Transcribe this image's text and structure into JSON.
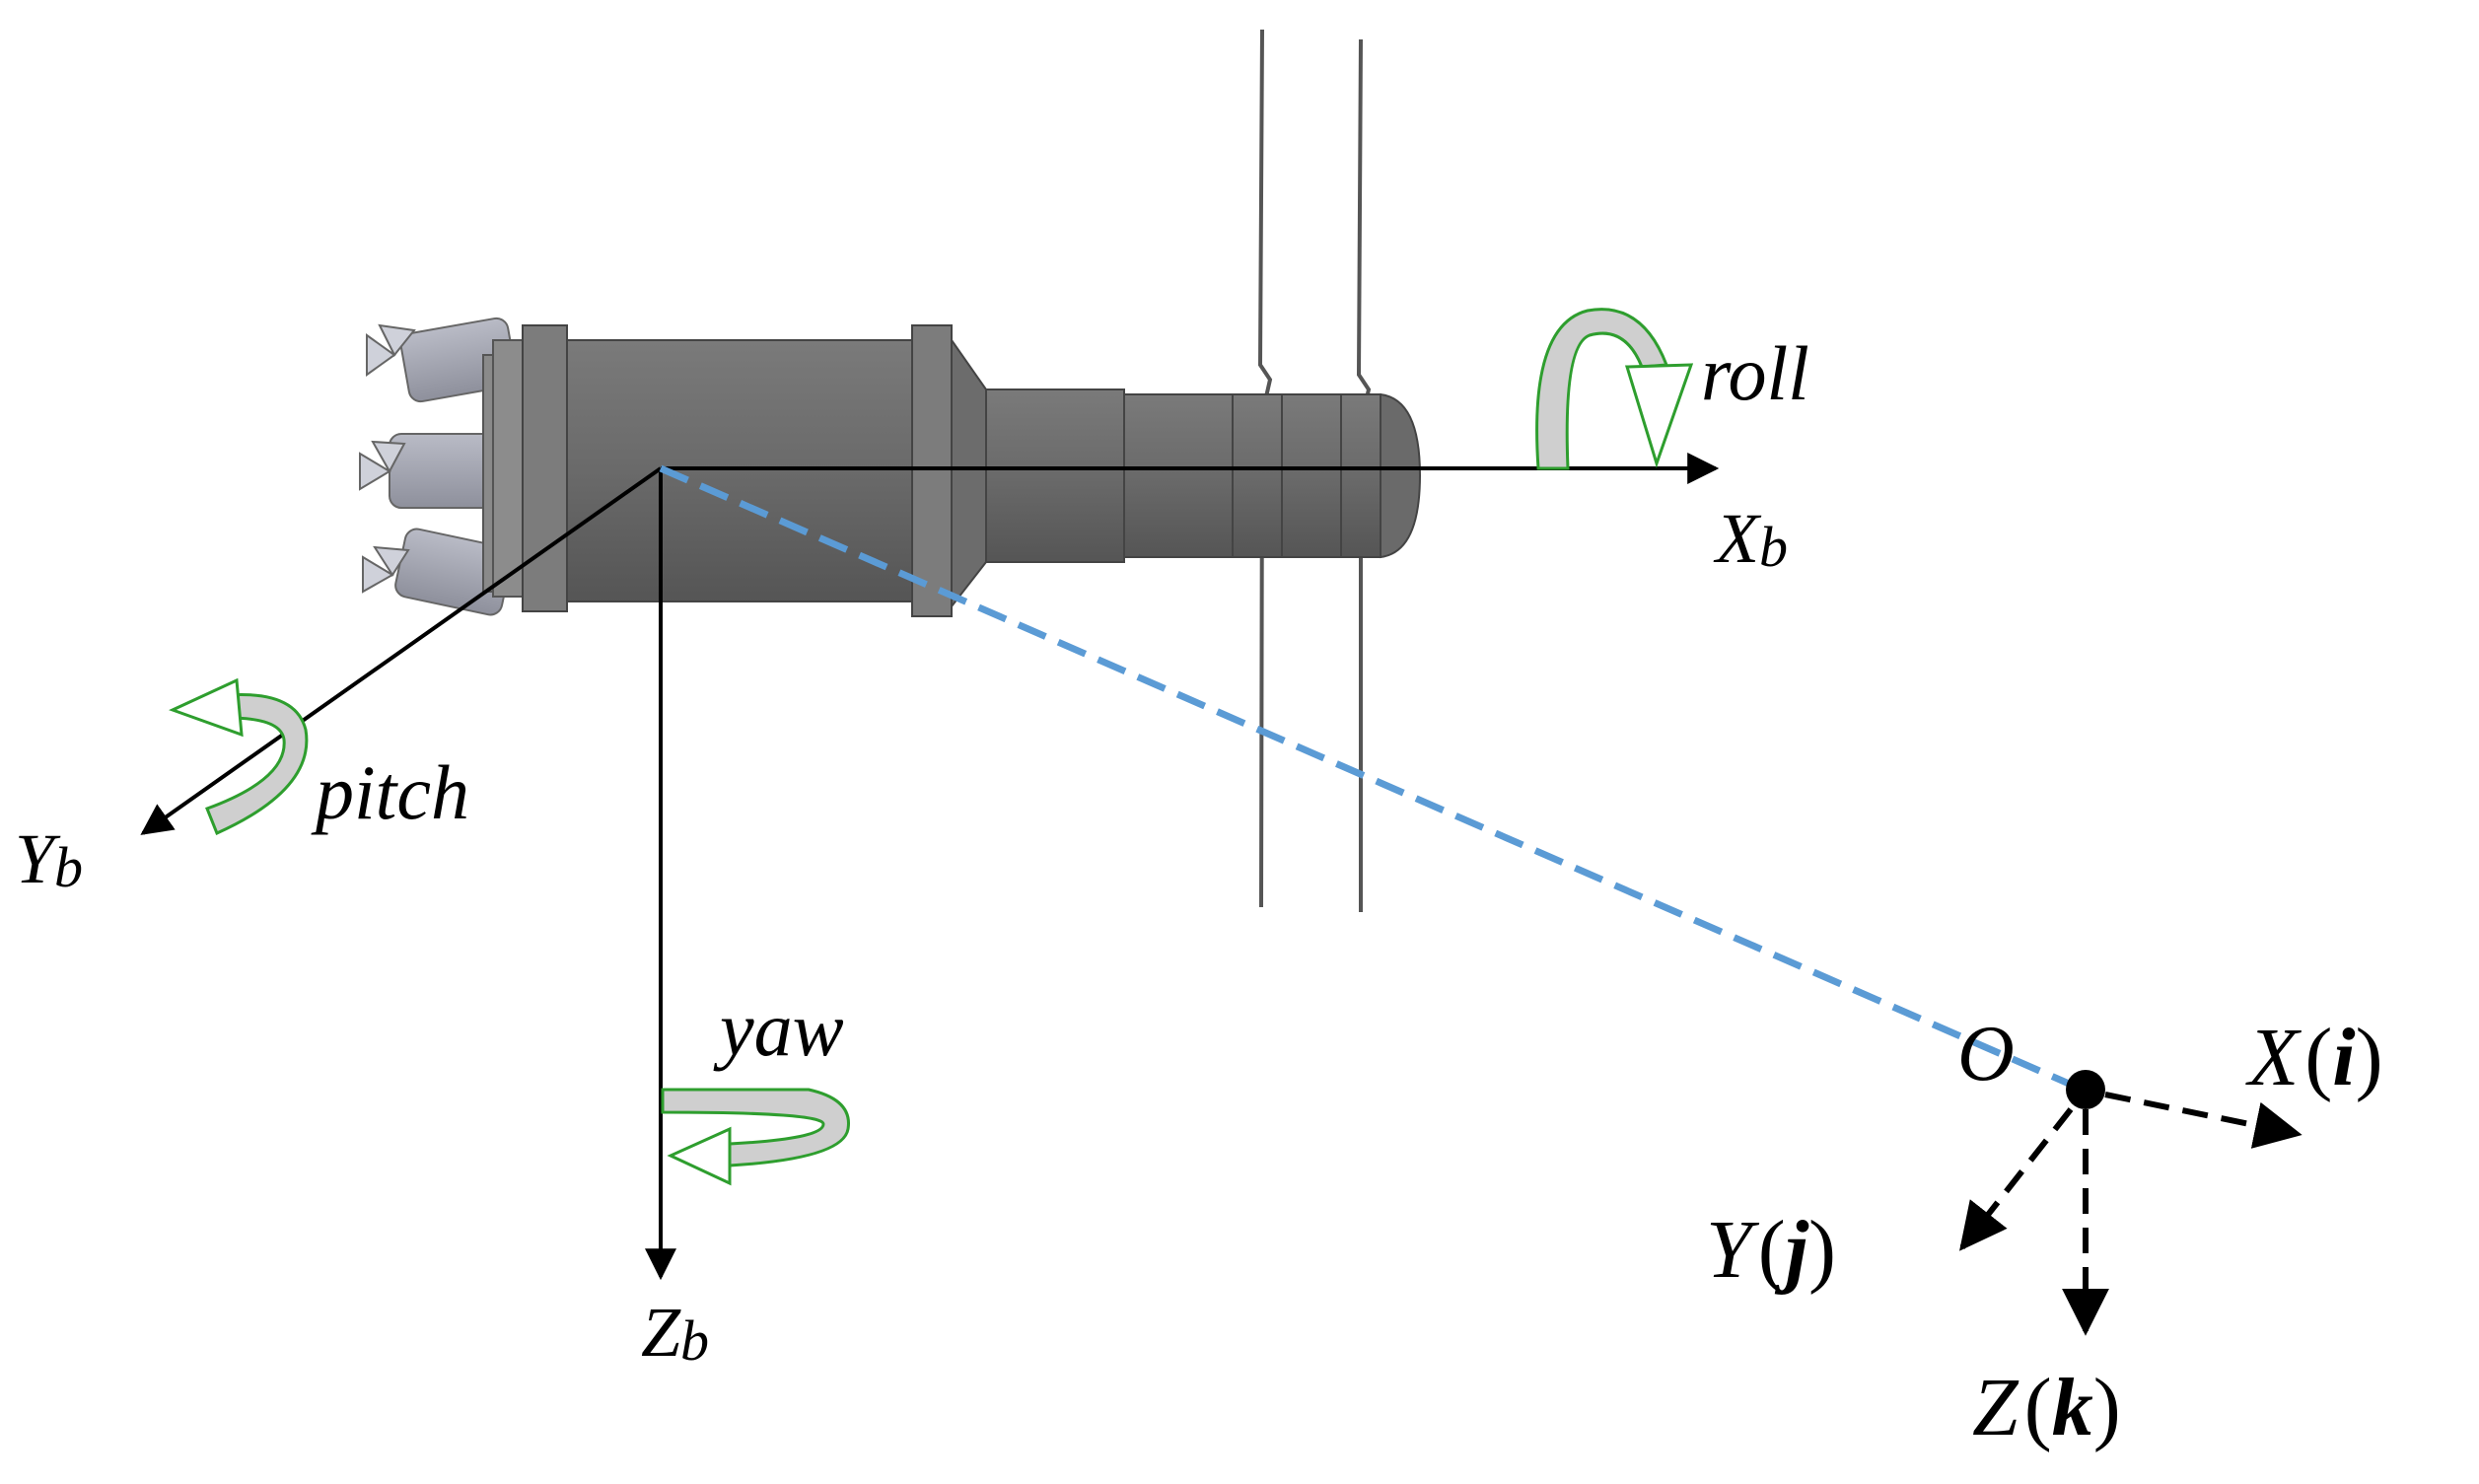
{
  "body_frame": {
    "x_axis": {
      "main": "X",
      "sub": "b"
    },
    "y_axis": {
      "main": "Y",
      "sub": "b"
    },
    "z_axis": {
      "main": "Z",
      "sub": "b"
    },
    "rotations": {
      "roll": "roll",
      "pitch": "pitch",
      "yaw": "yaw"
    }
  },
  "inertial_frame": {
    "origin": "O",
    "x": {
      "letter": "X",
      "vec": "i"
    },
    "y": {
      "letter": "Y",
      "vec": "j"
    },
    "z": {
      "letter": "Z",
      "vec": "k"
    }
  },
  "colors": {
    "axis": "#000000",
    "dashed_link": "#5b9bd5",
    "rotation_stroke": "#2e9e2e",
    "rotation_fill": "#cfcfcf",
    "vehicle": "#6f6f6f"
  }
}
